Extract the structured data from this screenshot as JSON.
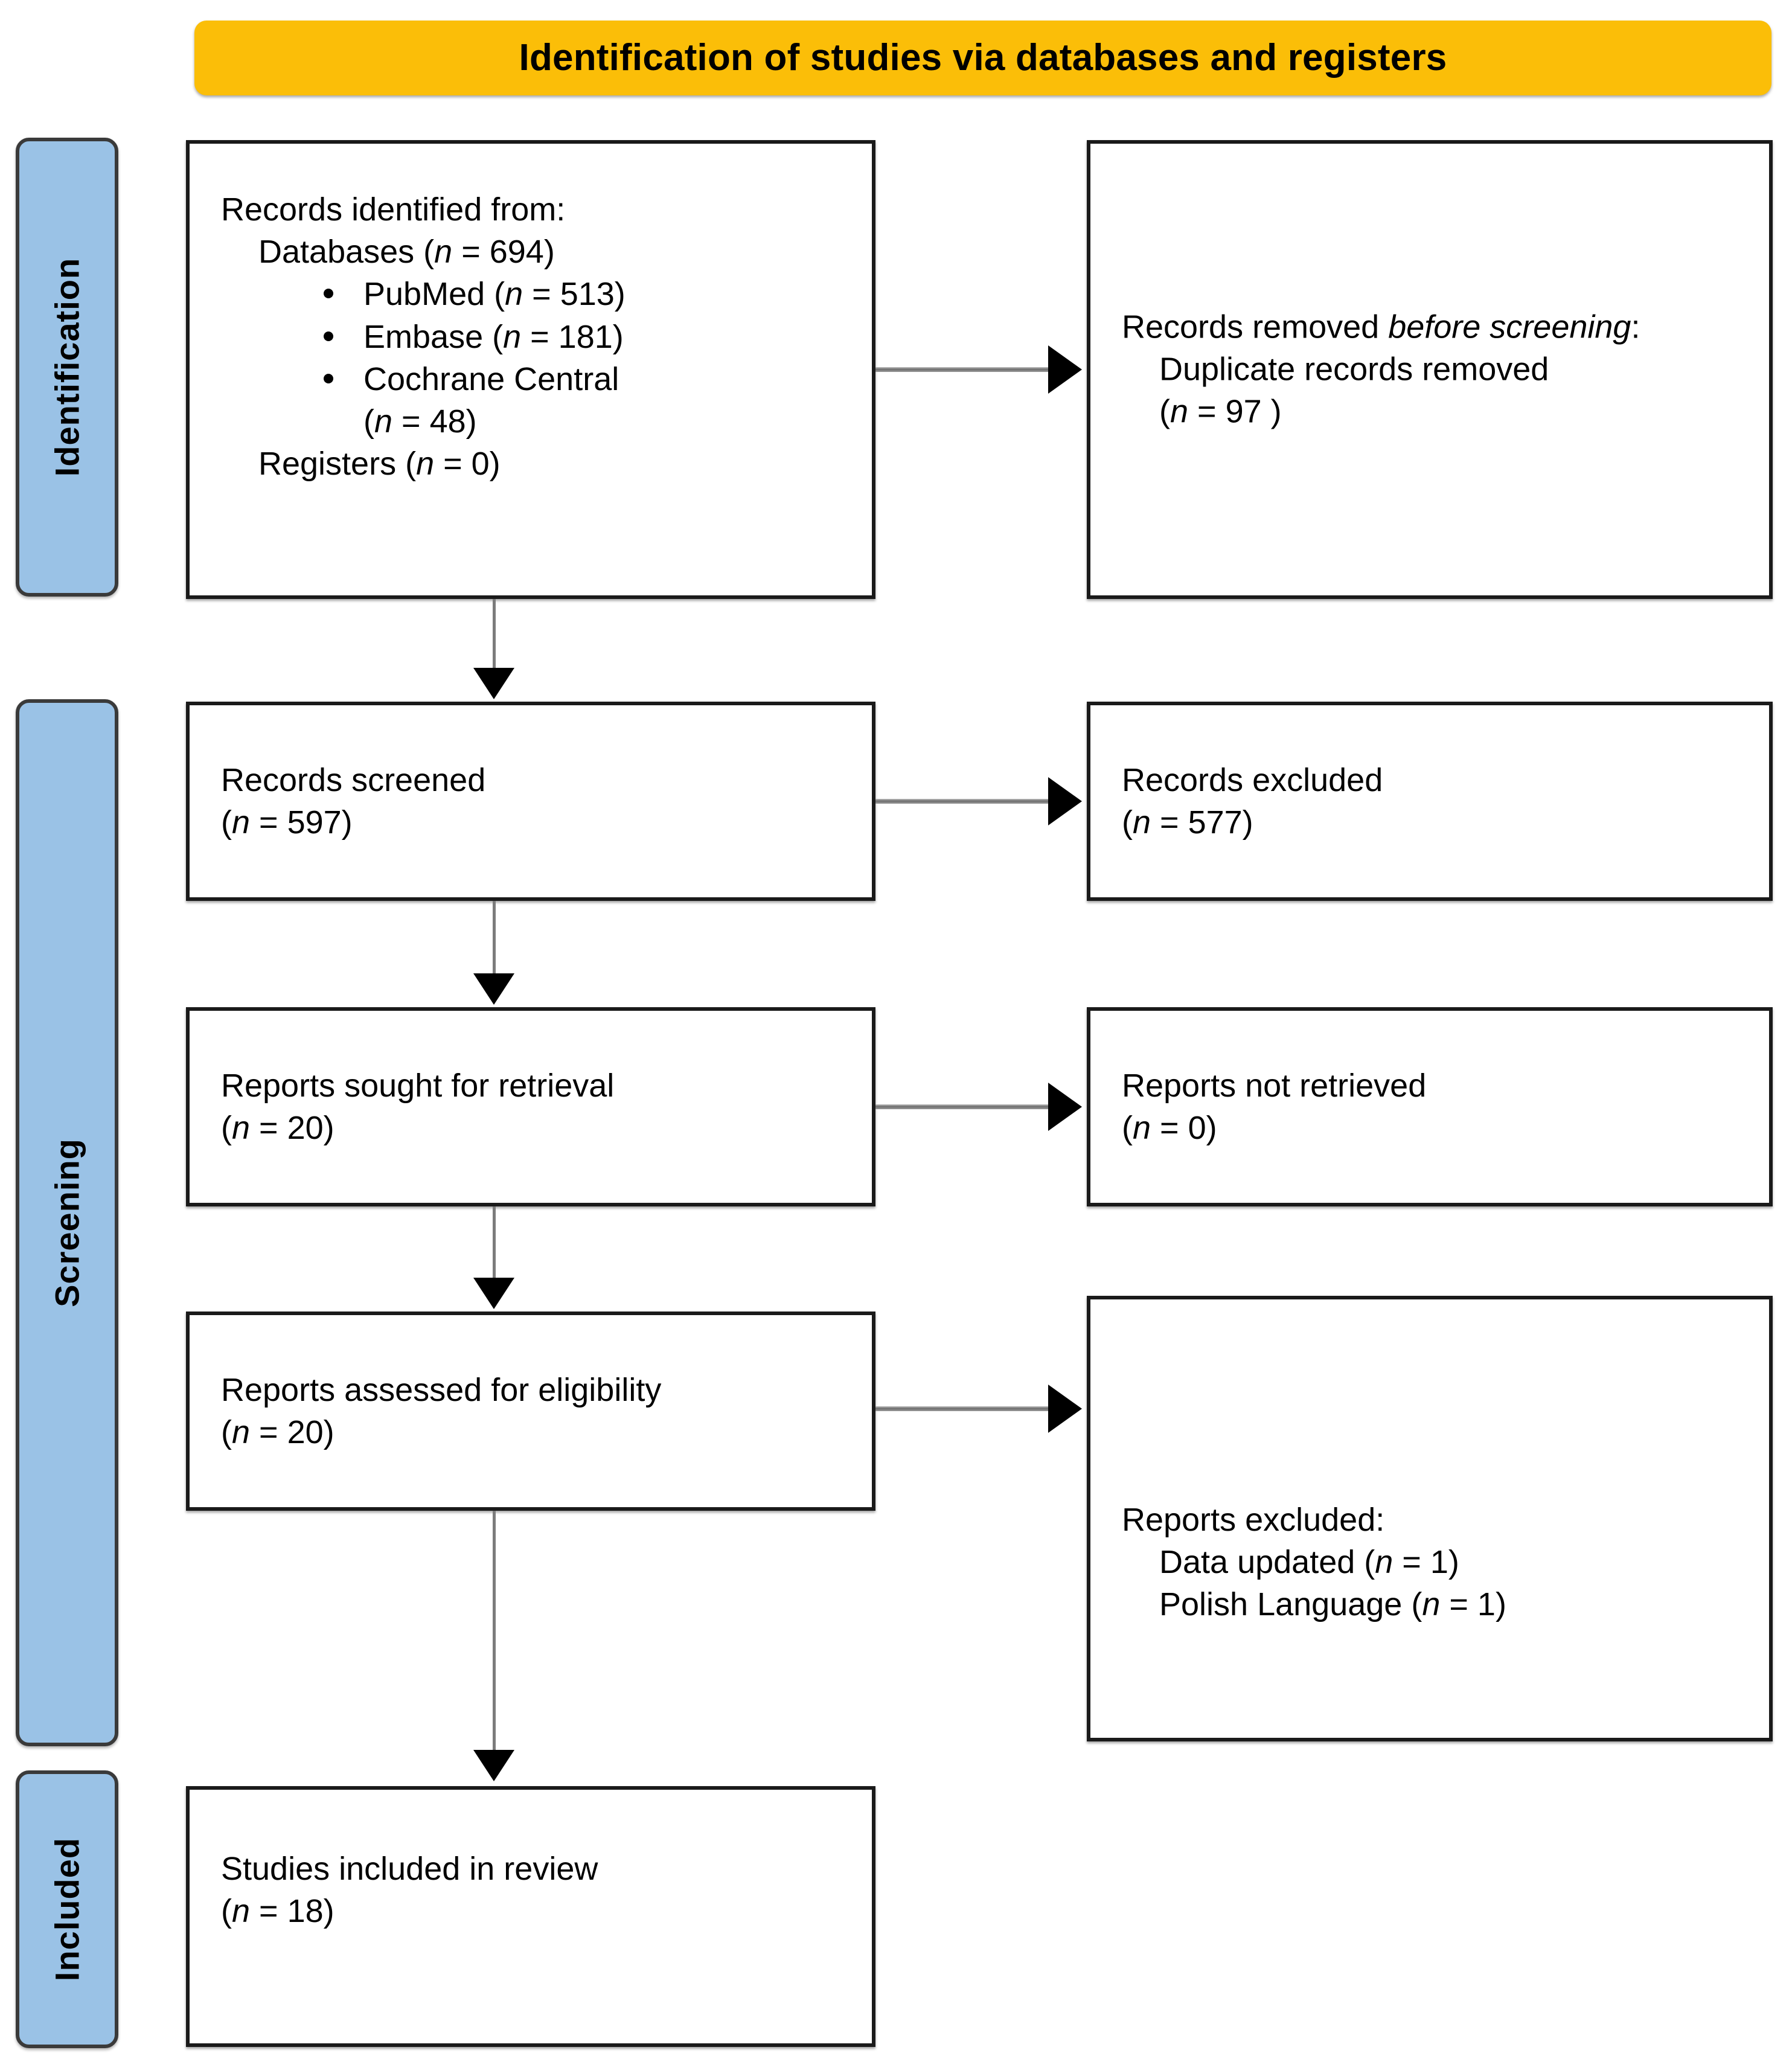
{
  "header": {
    "title": "Identification of studies via databases and registers",
    "bar_color": "#FBBE08"
  },
  "stages": {
    "identification": "Identification",
    "screening": "Screening",
    "included": "Included",
    "sidebar_color": "#9AC2E6"
  },
  "boxes": {
    "identified": {
      "title": "Records identified from:",
      "databases_line": "Databases (n = 694)",
      "sources": [
        "PubMed (n = 513)",
        "Embase (n = 181)",
        "Cochrane Central",
        "(n = 48)"
      ],
      "registers_line": "Registers (n = 0)"
    },
    "removed": {
      "title_part1": "Records removed ",
      "title_italic": "before screening",
      "title_colon": ":",
      "detail_line": "Duplicate records removed",
      "detail_count": "(n = 97 )"
    },
    "screened": {
      "title": "Records screened",
      "count": "(n = 597)"
    },
    "excluded": {
      "title": "Records excluded",
      "count": "(n = 577)"
    },
    "sought": {
      "title": "Reports sought for retrieval",
      "count": "(n = 20)"
    },
    "not_retrieved": {
      "title": "Reports not retrieved",
      "count": "(n = 0)"
    },
    "eligibility": {
      "title": "Reports assessed for eligibility",
      "count": "(n = 20)"
    },
    "reports_excluded": {
      "title": "Reports excluded:",
      "reasons": [
        "Data updated (n = 1)",
        "Polish Language (n = 1)"
      ]
    },
    "included": {
      "title": "Studies included in review",
      "count": "(n = 18)"
    }
  },
  "chart_data": {
    "type": "diagram",
    "title": "PRISMA 2020 flow diagram",
    "nodes": [
      {
        "id": "identified",
        "stage": "Identification",
        "label": "Records identified from: Databases (n = 694); PubMed (n = 513); Embase (n = 181); Cochrane Central (n = 48); Registers (n = 0)",
        "n": 694
      },
      {
        "id": "removed",
        "stage": "Identification",
        "label": "Records removed before screening: Duplicate records removed (n = 97 )",
        "n": 97
      },
      {
        "id": "screened",
        "stage": "Screening",
        "label": "Records screened (n = 597)",
        "n": 597
      },
      {
        "id": "excluded",
        "stage": "Screening",
        "label": "Records excluded (n = 577)",
        "n": 577
      },
      {
        "id": "sought",
        "stage": "Screening",
        "label": "Reports sought for retrieval (n = 20)",
        "n": 20
      },
      {
        "id": "not_retrieved",
        "stage": "Screening",
        "label": "Reports not retrieved (n = 0)",
        "n": 0
      },
      {
        "id": "eligibility",
        "stage": "Screening",
        "label": "Reports assessed for eligibility (n = 20)",
        "n": 20
      },
      {
        "id": "reports_excluded",
        "stage": "Screening",
        "label": "Reports excluded: Data updated (n = 1); Polish Language (n = 1)",
        "n": 2
      },
      {
        "id": "included",
        "stage": "Included",
        "label": "Studies included in review (n = 18)",
        "n": 18
      }
    ],
    "edges": [
      {
        "from": "identified",
        "to": "removed",
        "direction": "right"
      },
      {
        "from": "identified",
        "to": "screened",
        "direction": "down"
      },
      {
        "from": "screened",
        "to": "excluded",
        "direction": "right"
      },
      {
        "from": "screened",
        "to": "sought",
        "direction": "down"
      },
      {
        "from": "sought",
        "to": "not_retrieved",
        "direction": "right"
      },
      {
        "from": "sought",
        "to": "eligibility",
        "direction": "down"
      },
      {
        "from": "eligibility",
        "to": "reports_excluded",
        "direction": "right"
      },
      {
        "from": "eligibility",
        "to": "included",
        "direction": "down"
      }
    ]
  }
}
